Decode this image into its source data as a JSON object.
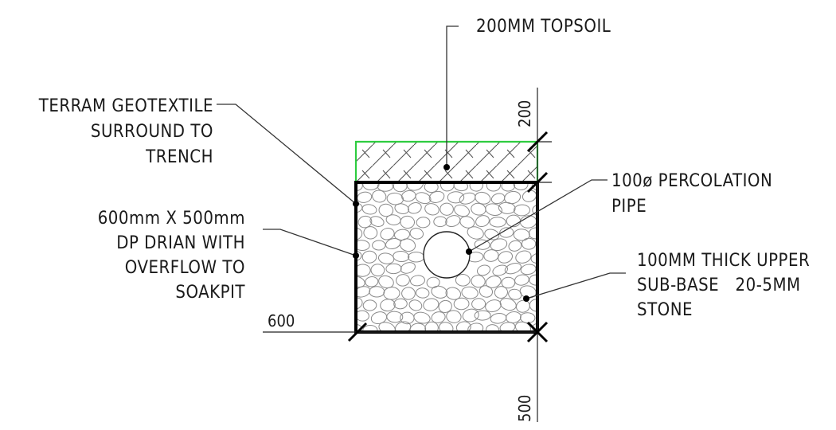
{
  "labels": {
    "topsoil": "200MM TOPSOIL",
    "geotextile": [
      "TERRAM GEOTEXTILE",
      "SURROUND TO",
      "TRENCH"
    ],
    "drain": [
      "600mm X 500mm",
      "DP DRIAN WITH",
      "OVERFLOW TO",
      "SOAKPIT"
    ],
    "pipe": [
      "100ø PERCOLATION",
      "PIPE"
    ],
    "subbase": [
      "100MM THICK UPPER",
      "SUB-BASE   20-5MM",
      "STONE"
    ]
  },
  "dimensions": {
    "topsoil_depth": "200",
    "trench_width": "600",
    "trench_depth": "500"
  },
  "colors": {
    "topsoil_outline": "#2ecc40",
    "trench_outline": "#000000",
    "hatch": "#555555",
    "stone": "#8a8a8a"
  }
}
